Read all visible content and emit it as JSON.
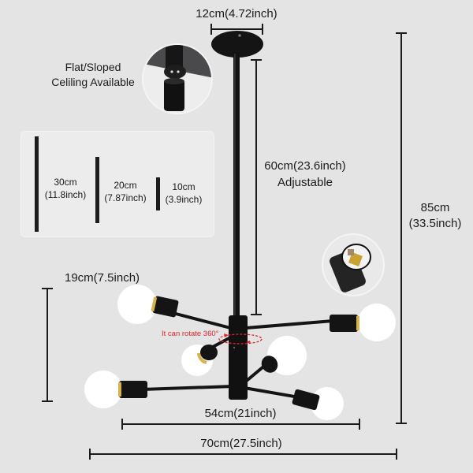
{
  "diagram": {
    "subject": "6-light sputnik chandelier dimension diagram",
    "colors": {
      "background": "#e4e4e4",
      "fixture": "#141414",
      "bulb": "#ffffff",
      "annotation_red": "#e0262a",
      "dimension_line": "#1b1b1b"
    }
  },
  "canopy": {
    "width_label": "12cm(4.72inch)"
  },
  "ceiling_inset": {
    "line1": "Flat/Sloped",
    "line2": "Celiling Available"
  },
  "rod_options": {
    "items": [
      {
        "cm": "30cm",
        "inch": "(11.8inch)"
      },
      {
        "cm": "20cm",
        "inch": "(7.87inch)"
      },
      {
        "cm": "10cm",
        "inch": "(3.9inch)"
      }
    ]
  },
  "downrod": {
    "length_label": "60cm(23.6inch)",
    "note": "Adjustable"
  },
  "total_height": {
    "cm": "85cm",
    "inch": "(33.5inch)"
  },
  "body_height": {
    "label": "19cm(7.5inch)"
  },
  "rotation_note": "It can rotate 360°",
  "inner_width": {
    "label": "54cm(21inch)"
  },
  "outer_width": {
    "label": "70cm(27.5inch)"
  },
  "socket_inset": {
    "icon": "e26-socket-closeup"
  }
}
